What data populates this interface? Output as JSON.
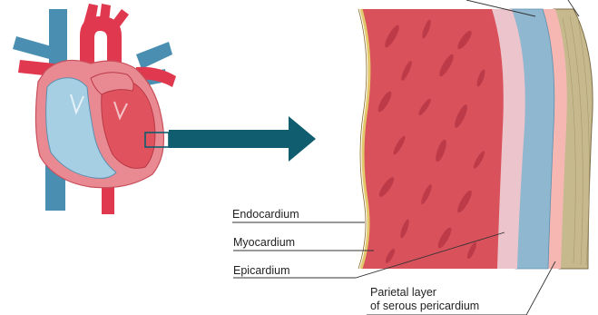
{
  "labels": {
    "endocardium": "Endocardium",
    "myocardium": "Myocardium",
    "epicardium": "Epicardium",
    "parietal_line1": "Parietal layer",
    "parietal_line2": "of serous pericardium"
  },
  "colors": {
    "artery_red": "#e0394f",
    "vein_blue": "#4a8fb1",
    "chamber_blue": "#a6cfe4",
    "heart_wall_pink": "#e98a92",
    "myocardium_red": "#d9515b",
    "myocardium_fiber": "#b93845",
    "endocardium_line": "#e2c86a",
    "epicardium_pink": "#ecc4cc",
    "serous_blue": "#8fb7cf",
    "parietal_pink": "#f6b7b3",
    "fibrous_tan": "#c6b98e",
    "arrow_teal": "#0f5d6e"
  }
}
